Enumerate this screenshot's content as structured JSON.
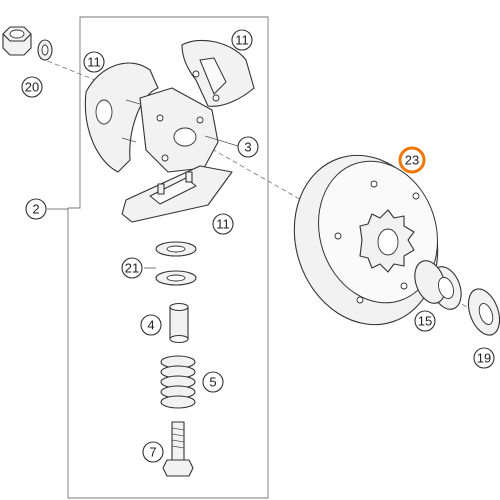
{
  "diagram": {
    "callouts": [
      {
        "id": "c20",
        "label": "20"
      },
      {
        "id": "c11a",
        "label": "11"
      },
      {
        "id": "c11b",
        "label": "11"
      },
      {
        "id": "c3",
        "label": "3"
      },
      {
        "id": "c2",
        "label": "2"
      },
      {
        "id": "c11c",
        "label": "11"
      },
      {
        "id": "c23",
        "label": "23"
      },
      {
        "id": "c21",
        "label": "21"
      },
      {
        "id": "c15",
        "label": "15"
      },
      {
        "id": "c4",
        "label": "4"
      },
      {
        "id": "c19",
        "label": "19"
      },
      {
        "id": "c5",
        "label": "5"
      },
      {
        "id": "c7",
        "label": "7"
      }
    ],
    "colors": {
      "highlight": "#f07800",
      "line": "#333333",
      "part_fill": "#f2f2f2"
    }
  }
}
